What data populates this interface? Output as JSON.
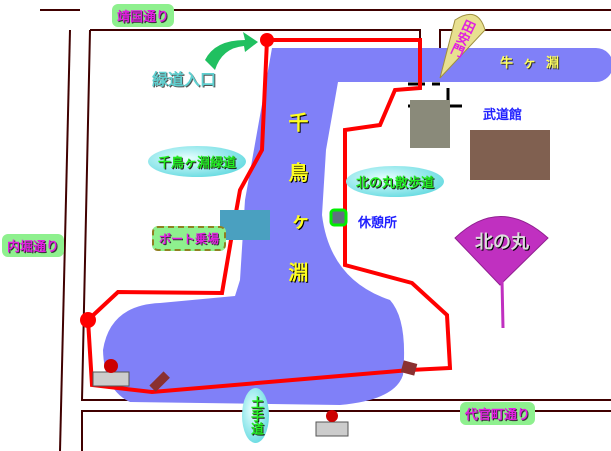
{
  "labels": {
    "yasukuni_dori": "靖国通り",
    "ryokudo_entrance": "緑道入口",
    "tayasumon": "田安門",
    "ushigafuchi": "牛ヶ淵",
    "budokan": "武道館",
    "chidorigafuchi_ryokudo": "千鳥ヶ淵緑道",
    "kitanomaru_path": "北の丸散歩道",
    "rest_area": "休憩所",
    "boat_pier": "ボート乗場",
    "uchibori_dori": "内堀通り",
    "kitanomaru": "北の丸",
    "chidorigafuchi": "千鳥ヶ淵",
    "dotemichi": "土手道",
    "daikancho_dori": "代官町通り"
  },
  "colors": {
    "water": "#8080f8",
    "route": "#ff0000",
    "road": "#400000",
    "ginkgo": "#c030c0"
  }
}
